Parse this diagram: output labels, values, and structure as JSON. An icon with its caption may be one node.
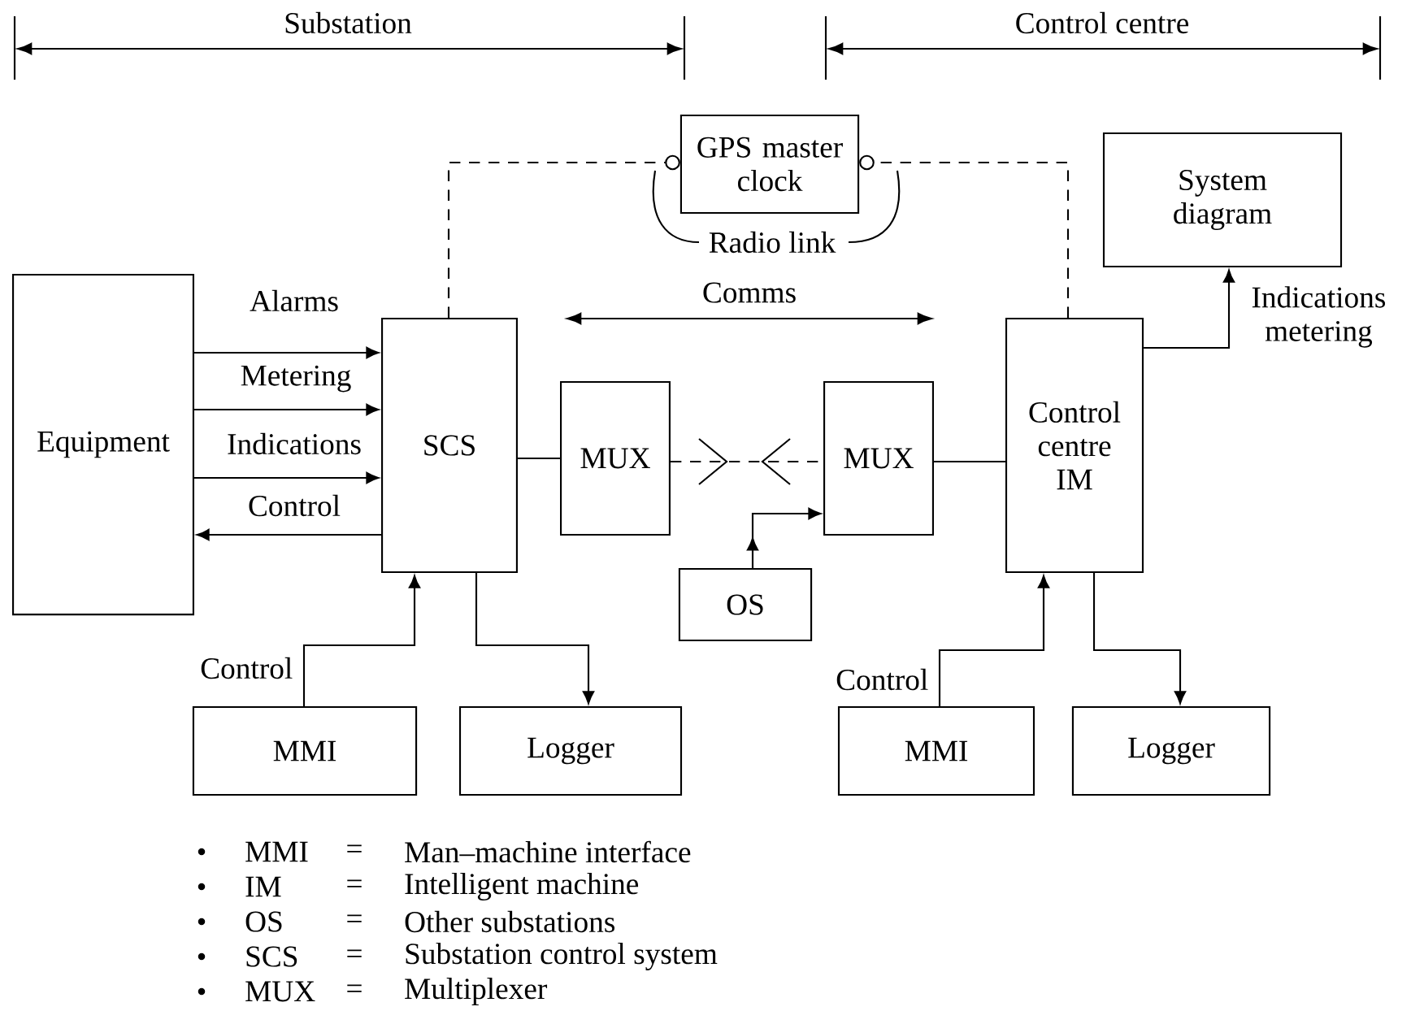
{
  "diagram": {
    "nodes": [
      {
        "text": [
          "Equipment"
        ]
      },
      {
        "text": [
          "SCS"
        ]
      },
      {
        "text": [
          "MUX"
        ]
      },
      {
        "text": [
          "MUX"
        ]
      },
      {
        "text": [
          "OS"
        ]
      },
      {
        "text": [
          "Control centre IM"
        ]
      },
      {
        "text": [
          "GPS master clock"
        ]
      },
      {
        "text": [
          "System diagram"
        ]
      },
      {
        "text": [
          "MMI"
        ]
      },
      {
        "text": [
          "Logger"
        ]
      },
      {
        "text": [
          "MMI"
        ]
      },
      {
        "text": [
          "Logger"
        ]
      }
    ],
    "edges": [
      {
        "from": 0,
        "to": 1,
        "arrow": "to",
        "label": "Alarms"
      },
      {
        "from": 0,
        "to": 1,
        "arrow": "to",
        "label": "Metering"
      },
      {
        "from": 0,
        "to": 1,
        "arrow": "to",
        "label": "Indications"
      },
      {
        "from": 1,
        "to": 0,
        "arrow": "to",
        "label": "Control"
      },
      {
        "from": 1,
        "to": 2,
        "arrow": "none"
      },
      {
        "from": 2,
        "to": 3,
        "arrow": "none",
        "style": "dashed"
      },
      {
        "from": 3,
        "to": 5,
        "arrow": "none"
      },
      {
        "from": 4,
        "to": 3,
        "arrow": "to"
      },
      {
        "from": 5,
        "to": 7,
        "arrow": "to",
        "label": "Indications metering"
      },
      {
        "from": 8,
        "to": 1,
        "arrow": "to",
        "label": "Control"
      },
      {
        "from": 1,
        "to": 9,
        "arrow": "to"
      },
      {
        "from": 10,
        "to": 5,
        "arrow": "to",
        "label": "Control"
      },
      {
        "from": 5,
        "to": 11,
        "arrow": "to"
      },
      {
        "from": 1,
        "to": 6,
        "arrow": "other",
        "style": "dashed"
      },
      {
        "from": 5,
        "to": 6,
        "arrow": "other",
        "style": "dashed"
      }
    ],
    "labels": [
      "Substation",
      "Control centre",
      "Radio link",
      "Comms",
      "MMI",
      "=",
      "Man–machine interface",
      "IM",
      "=",
      "Intelligent machine",
      "OS",
      "=",
      "Other substations",
      "SCS",
      "=",
      "Substation control system",
      "MUX",
      "=",
      "Multiplexer"
    ]
  }
}
